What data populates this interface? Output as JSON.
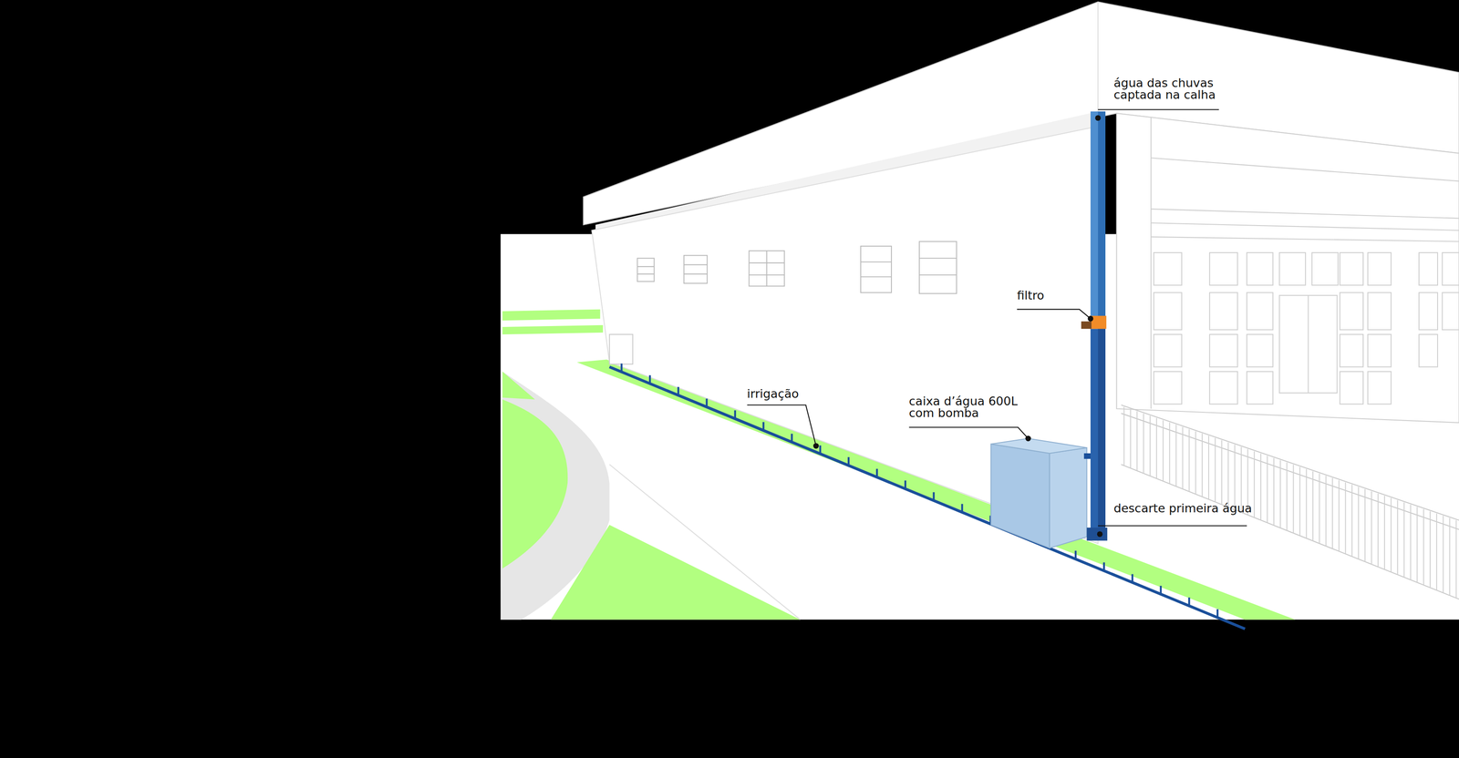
{
  "diagram": {
    "labels": [
      "água das chuvas captada na calha",
      "filtro",
      "irrigação",
      "caixa d’água 600L com bomba",
      "descarte primeira água"
    ]
  }
}
